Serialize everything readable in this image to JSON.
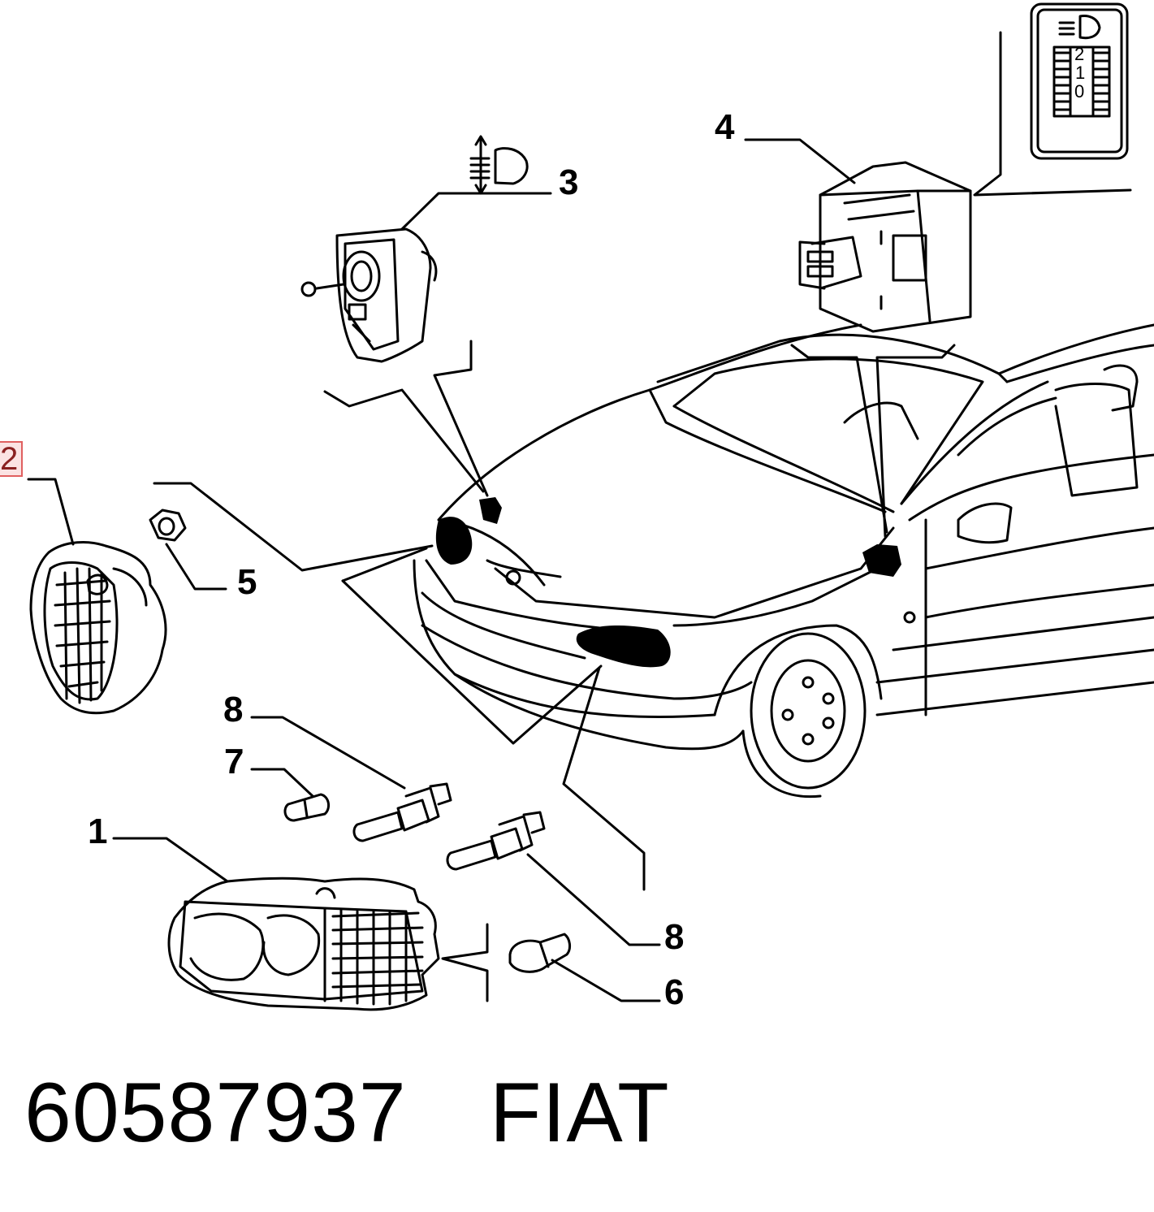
{
  "callouts": {
    "c1": "1",
    "c2": "2",
    "c3": "3",
    "c4": "4",
    "c5": "5",
    "c6": "6",
    "c7": "7",
    "c8a": "8",
    "c8b": "8"
  },
  "switch_panel": {
    "digit_2": "2",
    "digit_1": "1",
    "digit_0": "0"
  },
  "footer": {
    "part_number": "60587937",
    "brand": "FIAT"
  },
  "colors": {
    "ink": "#000000",
    "highlight_border": "#e06060",
    "highlight_fill": "#fbe3e3"
  }
}
